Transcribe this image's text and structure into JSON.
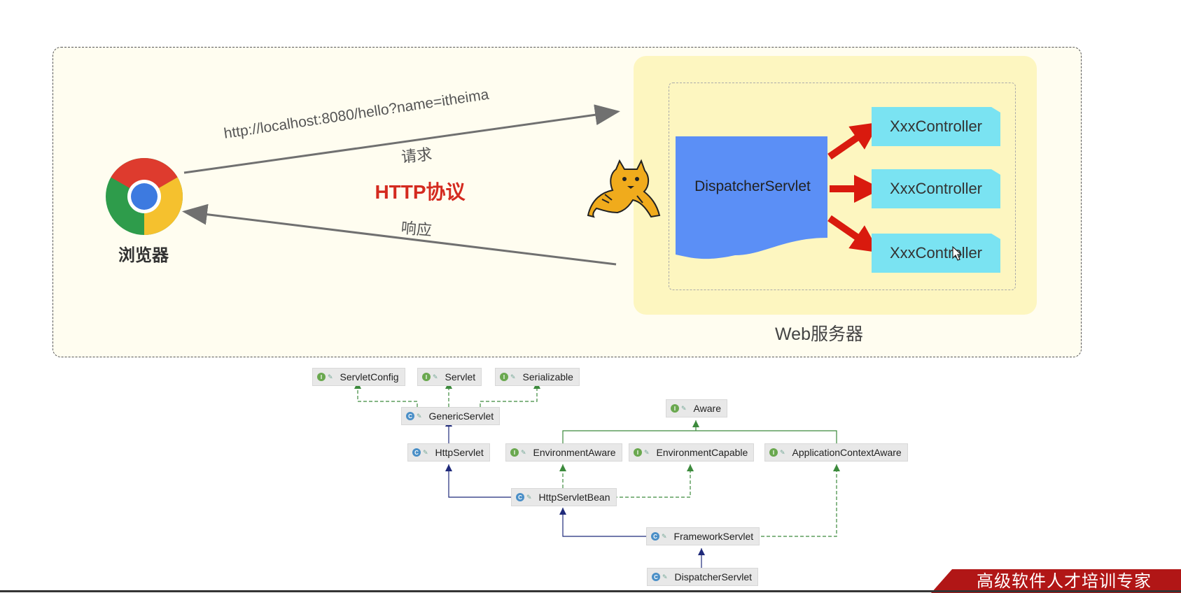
{
  "top_diagram": {
    "browser_label": "浏览器",
    "url": "http://localhost:8080/hello?name=itheima",
    "request_label": "请求",
    "protocol_label": "HTTP协议",
    "response_label": "响应",
    "dispatcher_label": "DispatcherServlet",
    "controllers": [
      "XxxController",
      "XxxController",
      "XxxController"
    ],
    "server_label": "Web服务器",
    "colors": {
      "protocol": "#d42a1f",
      "dispatcher": "#5b8ff6",
      "controller": "#7ae3f2",
      "server_bg": "#fdf6c0",
      "arrow_red": "#d91a0e"
    }
  },
  "class_hierarchy": {
    "nodes": {
      "servletconfig": {
        "label": "ServletConfig",
        "kind": "I"
      },
      "servlet": {
        "label": "Servlet",
        "kind": "I"
      },
      "serializable": {
        "label": "Serializable",
        "kind": "I"
      },
      "genericservlet": {
        "label": "GenericServlet",
        "kind": "C"
      },
      "aware": {
        "label": "Aware",
        "kind": "I"
      },
      "httpservlet": {
        "label": "HttpServlet",
        "kind": "C"
      },
      "environmentaware": {
        "label": "EnvironmentAware",
        "kind": "I"
      },
      "environmentcapable": {
        "label": "EnvironmentCapable",
        "kind": "I"
      },
      "applicationcontextaware": {
        "label": "ApplicationContextAware",
        "kind": "I"
      },
      "httpservletbean": {
        "label": "HttpServletBean",
        "kind": "C"
      },
      "frameworkservlet": {
        "label": "FrameworkServlet",
        "kind": "C"
      },
      "dispatcherservlet": {
        "label": "DispatcherServlet",
        "kind": "C"
      }
    }
  },
  "footer": {
    "banner_text": "高级软件人才培训专家"
  }
}
